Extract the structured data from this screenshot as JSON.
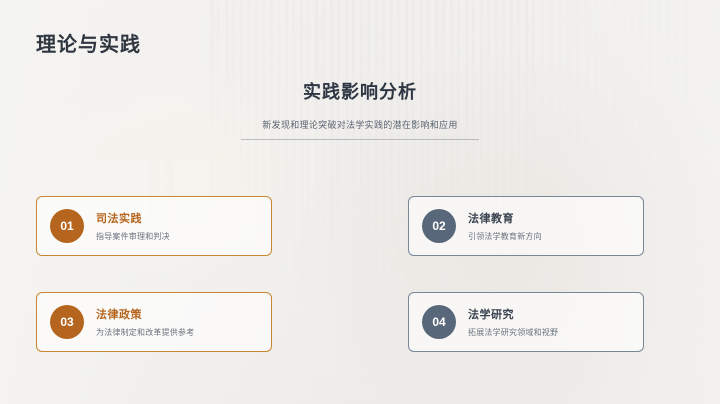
{
  "slide": {
    "title": "理论与实践",
    "center_title": "实践影响分析",
    "center_subtitle": "新发现和理论突破对法学实践的潜在影响和应用",
    "accent_color": "#b5651d",
    "secondary_color": "#58677a"
  },
  "cards": [
    {
      "number": "01",
      "title": "司法实践",
      "desc": "指导案件审理和判决",
      "style": "orange"
    },
    {
      "number": "02",
      "title": "法律教育",
      "desc": "引领法学教育新方向",
      "style": "blue"
    },
    {
      "number": "03",
      "title": "法律政策",
      "desc": "为法律制定和改革提供参考",
      "style": "orange"
    },
    {
      "number": "04",
      "title": "法学研究",
      "desc": "拓展法学研究领域和视野",
      "style": "blue"
    }
  ]
}
